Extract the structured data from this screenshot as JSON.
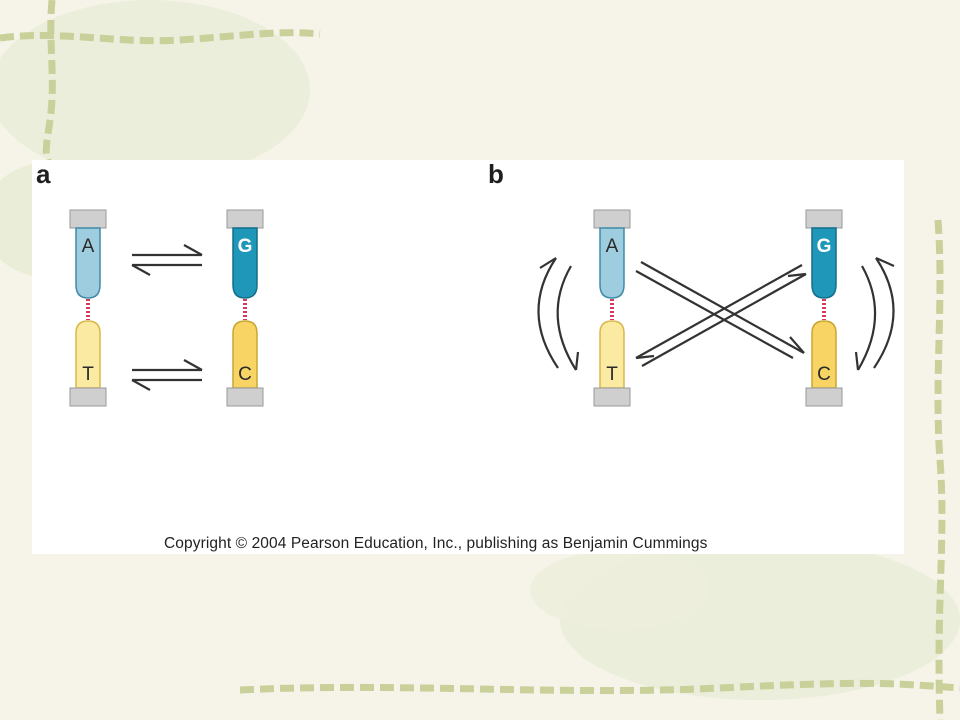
{
  "panels": {
    "a": {
      "label": "a"
    },
    "b": {
      "label": "b"
    }
  },
  "bases": {
    "adenine": "A",
    "thymine": "T",
    "guanine": "G",
    "cytosine": "C"
  },
  "copyright": "Copyright © 2004 Pearson Education, Inc., publishing as Benjamin Cummings",
  "colors": {
    "adenine": "#9fcde0",
    "guanine": "#1f97b8",
    "thymine": "#fbeaa2",
    "cytosine": "#f7d463",
    "hydrogen_bond": "#d43c5a",
    "backbone_cap": "#cfcfcf",
    "arrow": "#333333"
  }
}
